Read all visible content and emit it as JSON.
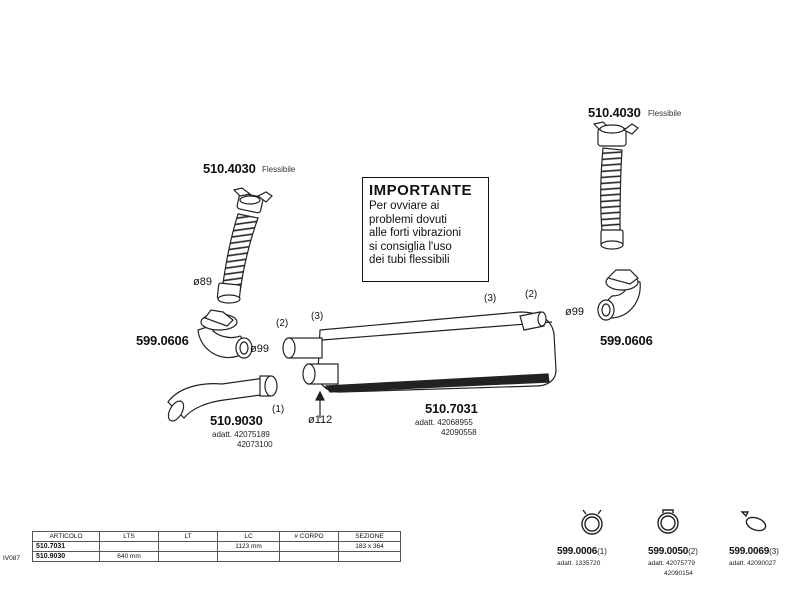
{
  "parts": {
    "flex_left": {
      "code": "510.4030",
      "desc": "Flessibile",
      "diameter": "ø89"
    },
    "flex_right": {
      "code": "510.4030",
      "desc": "Flessibile",
      "diameter": "ø99"
    },
    "clamp_left": {
      "code": "599.0606",
      "diameter": "ø99"
    },
    "clamp_right": {
      "code": "599.0606"
    },
    "tailpipe": {
      "code": "510.9030",
      "ref": "(1)",
      "adatt_label": "adatt.",
      "adatt": [
        "42075189",
        "42073100"
      ]
    },
    "silencer": {
      "code": "510.7031",
      "adatt_label": "adatt.",
      "adatt": [
        "42068955",
        "42090558"
      ],
      "inlet_diameter": "ø112"
    }
  },
  "callouts": {
    "c1": "(2)",
    "c2": "(3)",
    "c3": "(3)",
    "c4": "(2)"
  },
  "notice": {
    "title": "IMPORTANTE",
    "lines": [
      "Per ovviare ai",
      "problemi dovuti",
      "alle forti vibrazioni",
      "si consiglia l'uso",
      "dei tubi flessibili"
    ]
  },
  "table": {
    "side_label": "IV087",
    "headers": [
      "ARTICOLO",
      "LTS",
      "LT",
      "LC",
      "# CORPO",
      "SEZIONE"
    ],
    "rows": [
      [
        "510.7031",
        "",
        "",
        "1123 mm",
        "",
        "183 x 364"
      ],
      [
        "510.9030",
        "640 mm",
        "",
        "",
        "",
        ""
      ]
    ]
  },
  "clamps": [
    {
      "code": "599.0006",
      "ref": "(1)",
      "adatt": [
        "adatt. 1335720"
      ]
    },
    {
      "code": "599.0050",
      "ref": "(2)",
      "adatt": [
        "adatt. 42075779",
        "42090154"
      ]
    },
    {
      "code": "599.0069",
      "ref": "(3)",
      "adatt": [
        "adatt. 42090027"
      ]
    }
  ]
}
